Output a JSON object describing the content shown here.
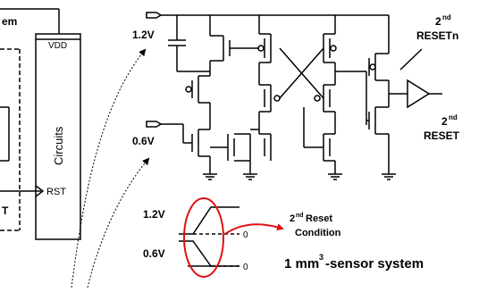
{
  "left_block": {
    "top_label_fragment": "em",
    "bottom_label_fragment": "T",
    "vdd_label": "VDD",
    "circuits_label": "Circuits",
    "rst_label": "RST"
  },
  "schematic": {
    "vdd_level_label": "1.2V",
    "lower_level_label": "0.6V",
    "reset_n_label_num": "2",
    "reset_n_label_sup": "nd",
    "reset_n_label_text": "RESETn",
    "reset_label_num": "2",
    "reset_label_sup": "nd",
    "reset_label_text": "RESET"
  },
  "waveform": {
    "high_label": "1.2V",
    "low_label": "0.6V",
    "zero_label_top": "0",
    "zero_label_bottom": "0",
    "condition_num": "2",
    "condition_sup": "nd",
    "condition_text": " Reset",
    "condition_line2": "Condition"
  },
  "caption": {
    "prefix": "1 mm",
    "sup": "3",
    "suffix": "-sensor system"
  },
  "colors": {
    "line": "#000000",
    "highlight": "#e01010"
  }
}
